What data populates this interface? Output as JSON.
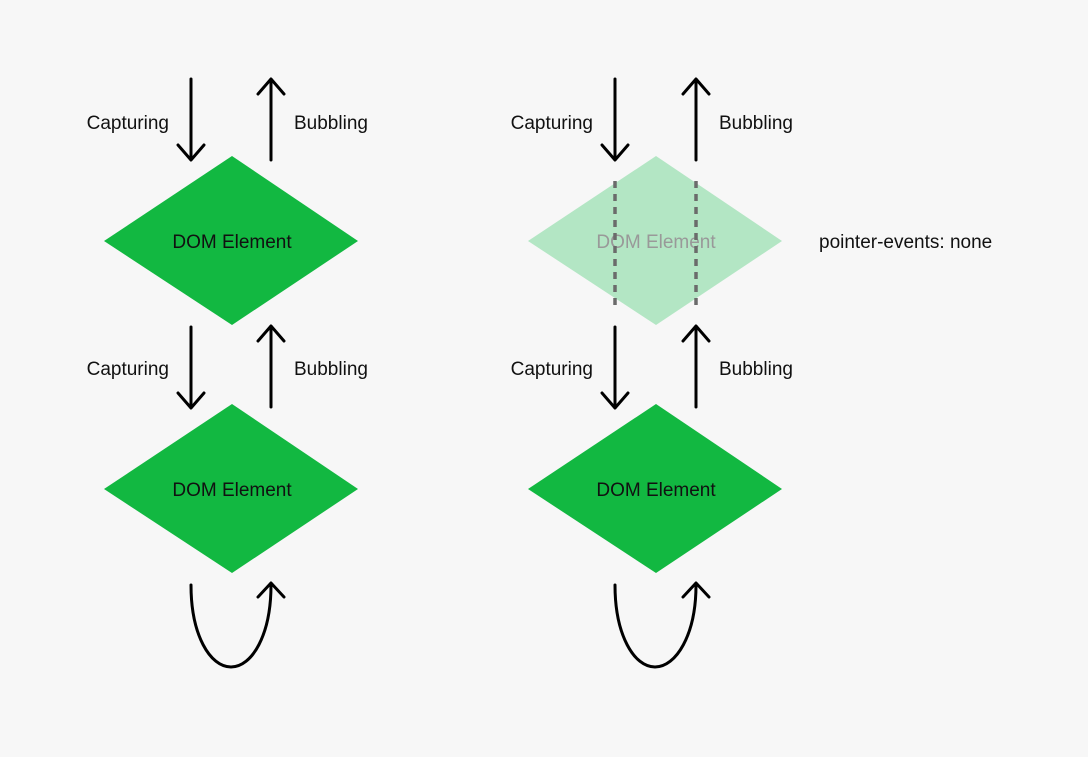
{
  "colors": {
    "background": "#f7f7f7",
    "element_fill": "#12b841",
    "element_fill_faded": "#b3e6c4",
    "arrow": "#000000",
    "dotted_line": "#6b6b6b",
    "faded_label": "#999999",
    "text": "#111111"
  },
  "labels": {
    "capturing": "Capturing",
    "bubbling": "Bubbling",
    "dom_element": "DOM Element",
    "pointer_events_note": "pointer-events: none"
  }
}
